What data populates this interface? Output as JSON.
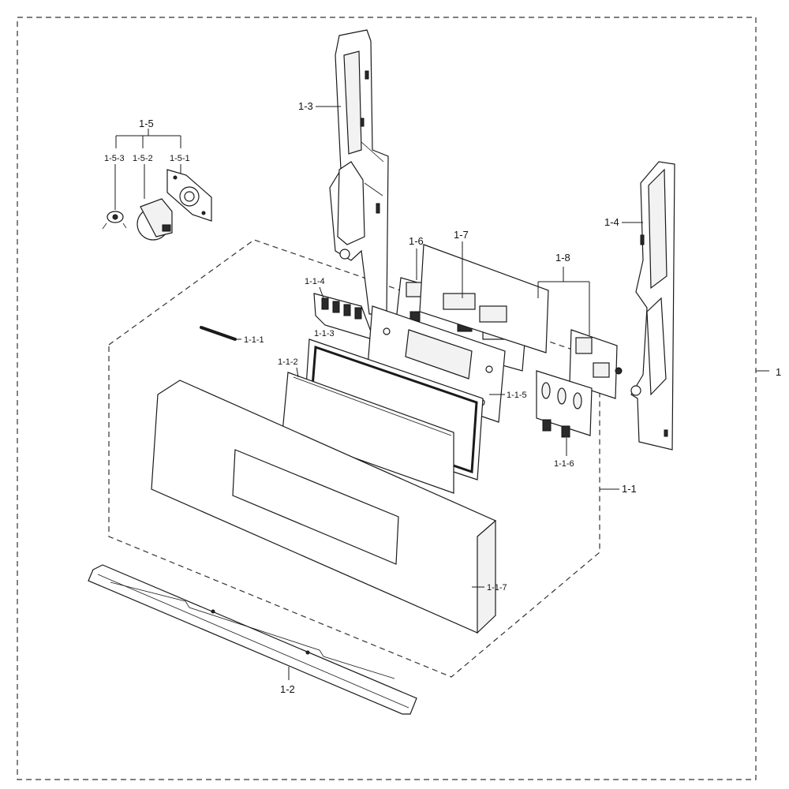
{
  "labels": {
    "assembly": "1",
    "control_assy": "1-1",
    "bar_1_2": "1-2",
    "bracket_1_3": "1-3",
    "bracket_1_4": "1-4",
    "group_1_5": "1-5",
    "part_1_5_1": "1-5-1",
    "part_1_5_2": "1-5-2",
    "part_1_5_3": "1-5-3",
    "board_1_6": "1-6",
    "board_1_7": "1-7",
    "board_1_8": "1-8",
    "part_1_1_1": "1-1-1",
    "part_1_1_2": "1-1-2",
    "part_1_1_3": "1-1-3",
    "part_1_1_4": "1-1-4",
    "part_1_1_5": "1-1-5",
    "part_1_1_6": "1-1-6",
    "part_1_1_7": "1-1-7"
  }
}
